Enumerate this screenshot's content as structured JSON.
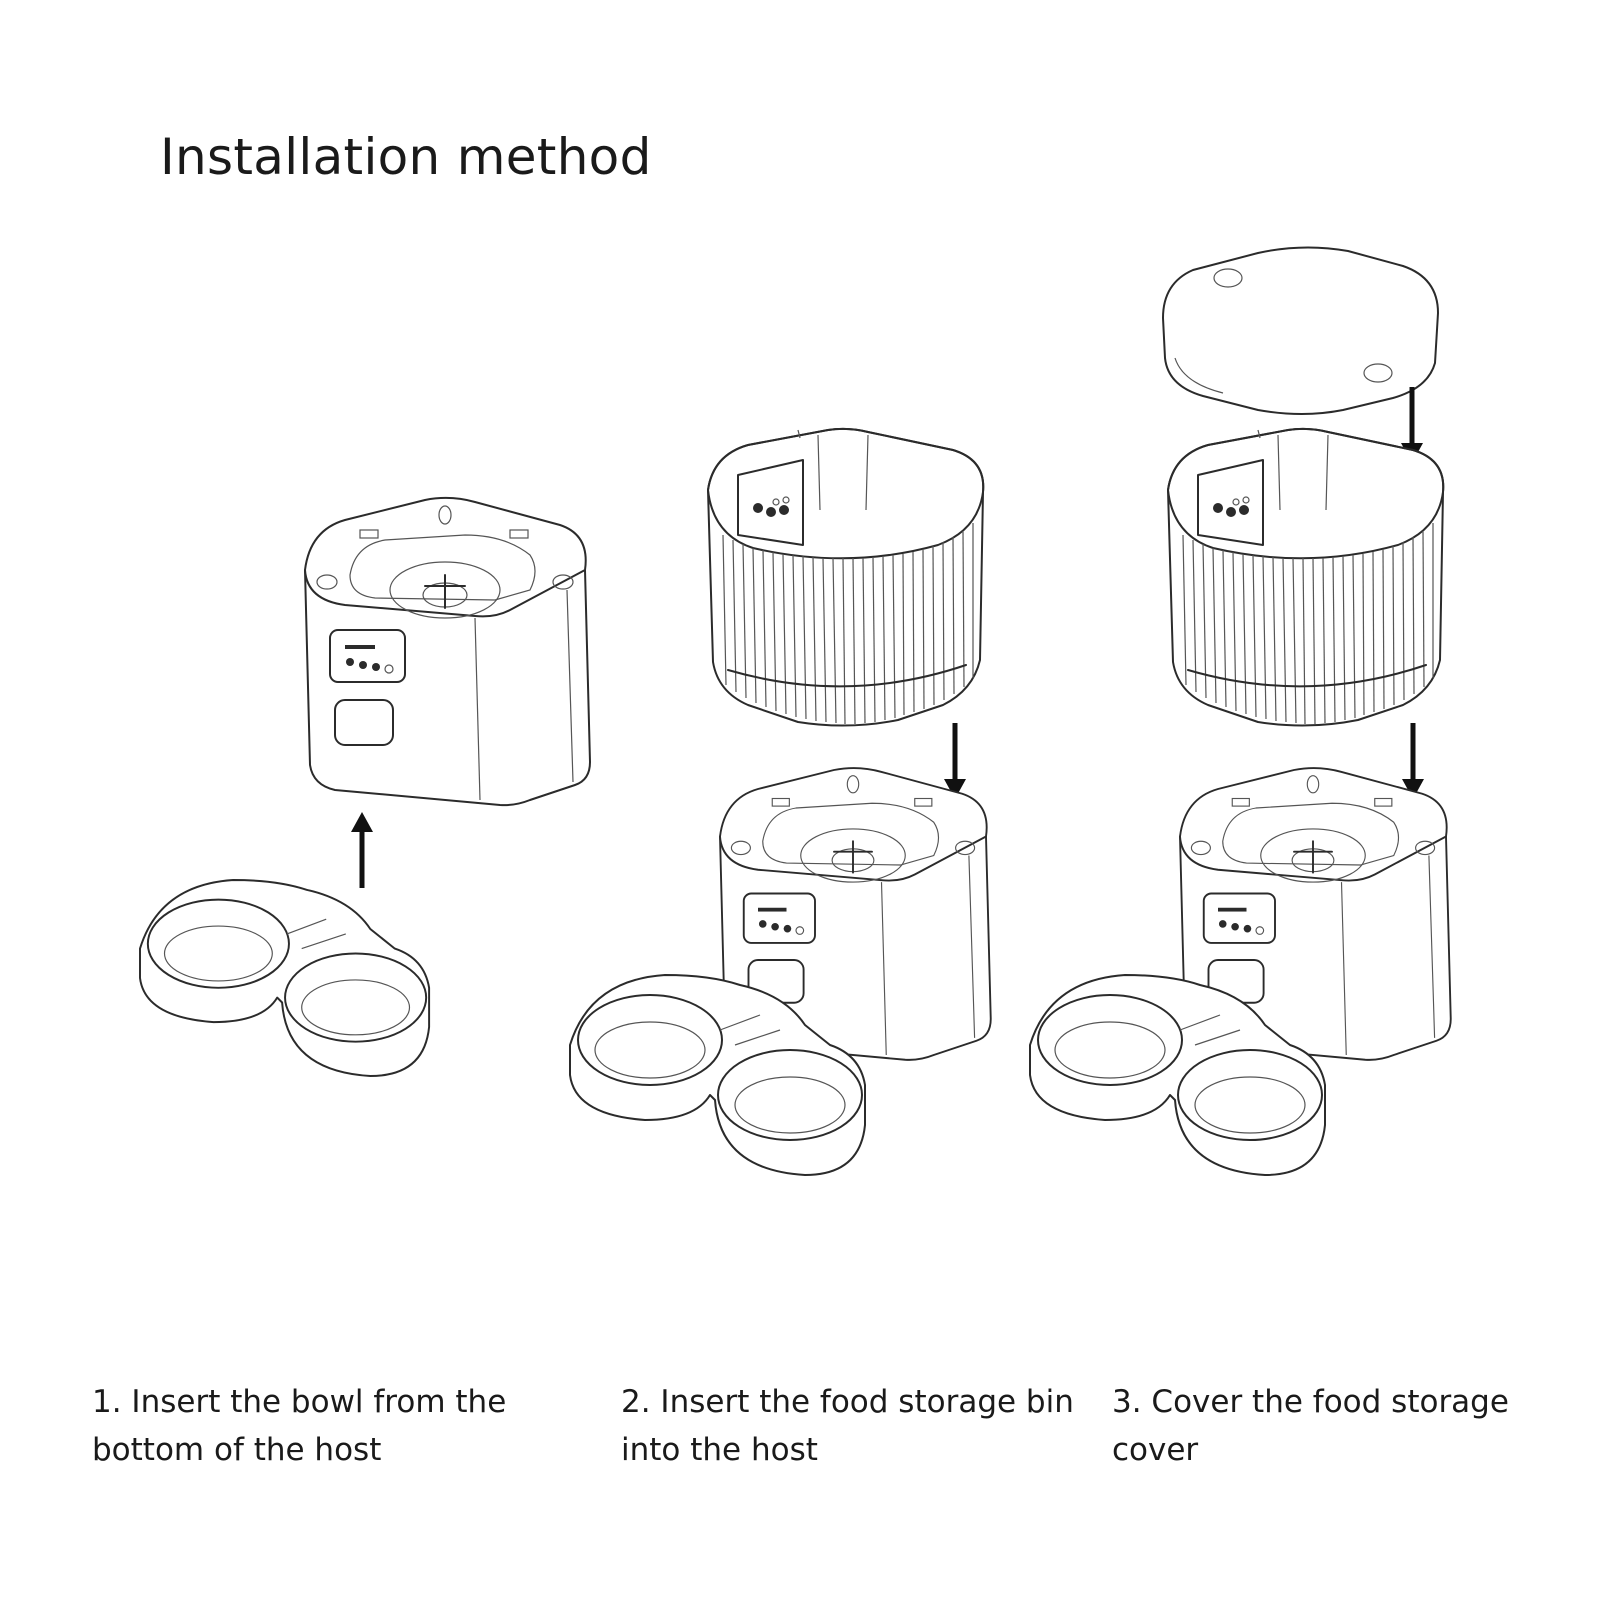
{
  "title": "Installation method",
  "steps": [
    {
      "caption": "1. Insert the bowl from the bottom of the host"
    },
    {
      "caption": "2. Insert the food storage bin into the host"
    },
    {
      "caption": "3. Cover the food storage cover"
    }
  ],
  "icons": [
    "feeder-host-icon",
    "double-bowl-icon",
    "storage-bin-icon",
    "storage-cover-icon",
    "arrow-up-icon",
    "arrow-down-icon"
  ]
}
